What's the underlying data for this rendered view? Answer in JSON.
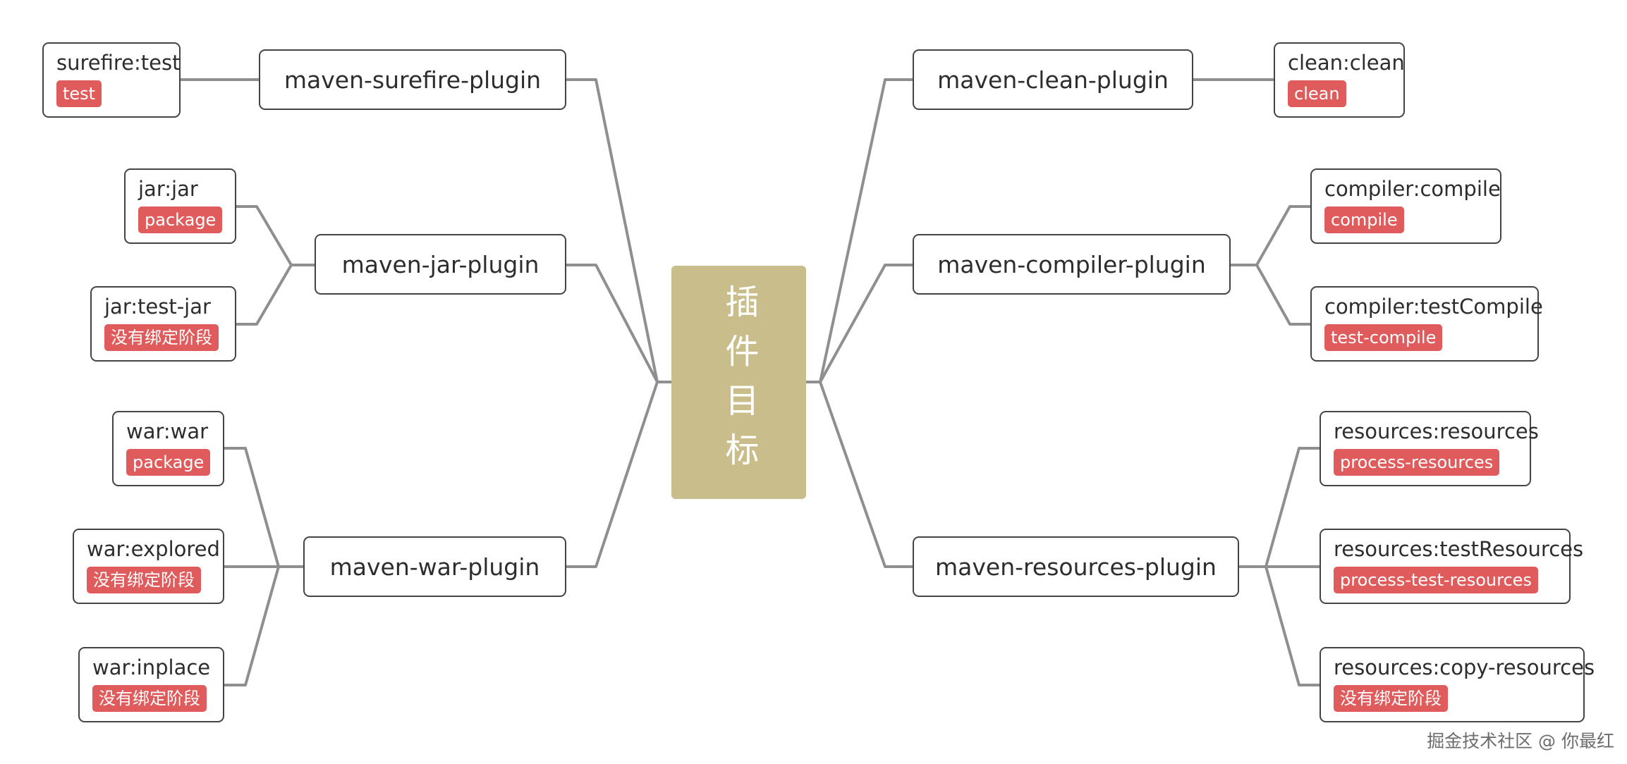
{
  "center": {
    "title": "插件目标"
  },
  "plugins": {
    "surefire": {
      "label": "maven-surefire-plugin"
    },
    "jar": {
      "label": "maven-jar-plugin"
    },
    "war": {
      "label": "maven-war-plugin"
    },
    "clean": {
      "label": "maven-clean-plugin"
    },
    "compiler": {
      "label": "maven-compiler-plugin"
    },
    "resources": {
      "label": "maven-resources-plugin"
    }
  },
  "goals": {
    "surefire_test": {
      "name": "surefire:test",
      "phase": "test"
    },
    "jar_jar": {
      "name": "jar:jar",
      "phase": "package"
    },
    "jar_test_jar": {
      "name": "jar:test-jar",
      "phase": "没有绑定阶段"
    },
    "war_war": {
      "name": "war:war",
      "phase": "package"
    },
    "war_explored": {
      "name": "war:explored",
      "phase": "没有绑定阶段"
    },
    "war_inplace": {
      "name": "war:inplace",
      "phase": "没有绑定阶段"
    },
    "clean_clean": {
      "name": "clean:clean",
      "phase": "clean"
    },
    "compiler_compile": {
      "name": "compiler:compile",
      "phase": "compile"
    },
    "compiler_test_compile": {
      "name": "compiler:testCompile",
      "phase": "test-compile"
    },
    "resources_resources": {
      "name": "resources:resources",
      "phase": "process-resources"
    },
    "resources_test_resources": {
      "name": "resources:testResources",
      "phase": "process-test-resources"
    },
    "resources_copy_resources": {
      "name": "resources:copy-resources",
      "phase": "没有绑定阶段"
    }
  },
  "watermark": "掘金技术社区 @ 你最红"
}
